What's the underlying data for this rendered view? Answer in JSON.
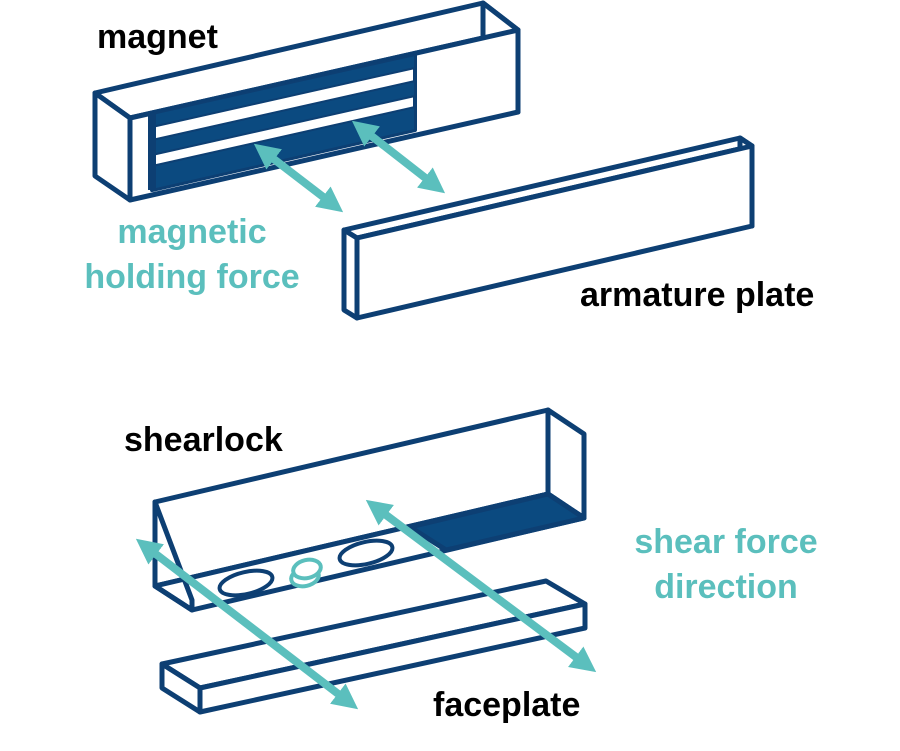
{
  "labels": {
    "magnet": "magnet",
    "magnetic_force_line1": "magnetic",
    "magnetic_force_line2": "holding force",
    "armature_plate": "armature plate",
    "shearlock": "shearlock",
    "shear_force_line1": "shear force",
    "shear_force_line2": "direction",
    "faceplate": "faceplate"
  },
  "colors": {
    "outline": "#0d3f73",
    "fill_dark": "#0b4a80",
    "arrow": "#5bbfbd",
    "text_dark": "#000000",
    "text_accent": "#5bbfbd",
    "background": "#ffffff"
  }
}
